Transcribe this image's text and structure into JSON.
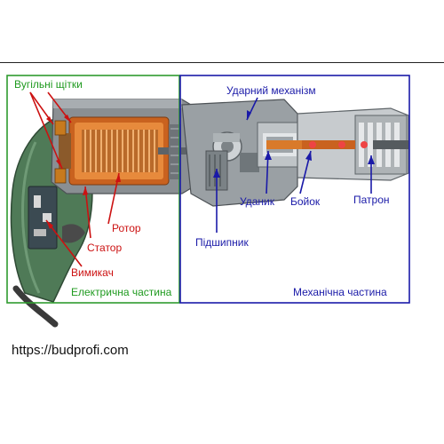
{
  "labels": {
    "brushes": "Вугільні щітки",
    "rotor": "Ротор",
    "stator": "Статор",
    "switch": "Вимикач",
    "electrical_part": "Електрична частина",
    "impact_mechanism": "Ударний механізм",
    "striker": "Уданик",
    "firing_pin": "Бойок",
    "chuck": "Патрон",
    "bearing": "Підшипник",
    "mechanical_part": "Механічна частина"
  },
  "source_url": "https://budprofi.com",
  "colors": {
    "electrical_frame": "#2e9b2e",
    "mechanical_frame": "#1a1aa8",
    "red_labels": "#cc1111",
    "green_labels": "#1f9a1f",
    "blue_labels": "#1a1aa8"
  }
}
